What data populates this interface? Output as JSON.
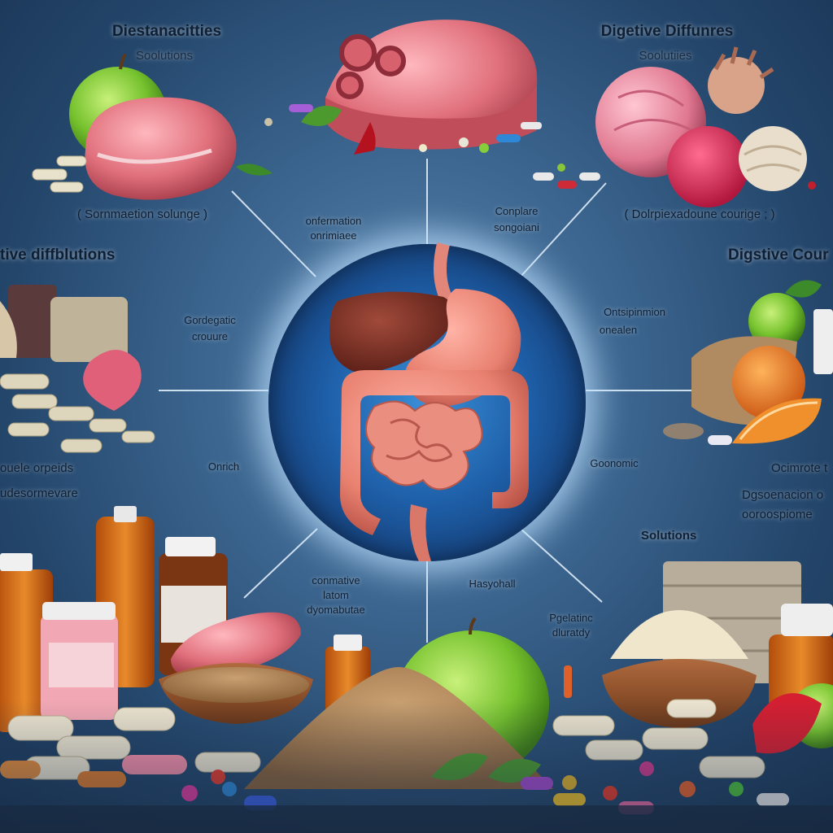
{
  "labels": {
    "top_left_title": "Diestanacitties",
    "top_left_sub": "Soolutions",
    "top_right_title": "Digetive Diffunres",
    "top_right_sub": "Soolutiies",
    "left_mid_title": "tive diffblutions",
    "right_mid_title": "Digstive Cour",
    "caption_left": "( Sornmaetion solunge )",
    "caption_right": "( Dolrpiexadoune courige ; )",
    "spoke_ul": [
      "onfermation",
      "onrimiaee"
    ],
    "spoke_ur": [
      "Conplare",
      "songoiani"
    ],
    "spoke_l": [
      "Gordegatic",
      "crouure"
    ],
    "spoke_r": [
      "Ontsipinmion",
      "onealen"
    ],
    "spoke_l2": "Onrich",
    "spoke_r2": "Goonomic",
    "spoke_bl": [
      "conmative",
      "latom",
      "dyomabutae"
    ],
    "spoke_b": "Hasyohall",
    "spoke_br": [
      "Pgelatinc",
      "dluratdy"
    ],
    "left_low": [
      "ouele orpeids",
      "udesormevare"
    ],
    "right_low": [
      "Ocimrote t",
      "Dgsoenacion o",
      "ooroospiome"
    ],
    "solutions": "Solutions"
  },
  "colors": {
    "background": "#2b5178",
    "hub_glow": "#cfe6ff",
    "label_text": "#0f1f33"
  }
}
